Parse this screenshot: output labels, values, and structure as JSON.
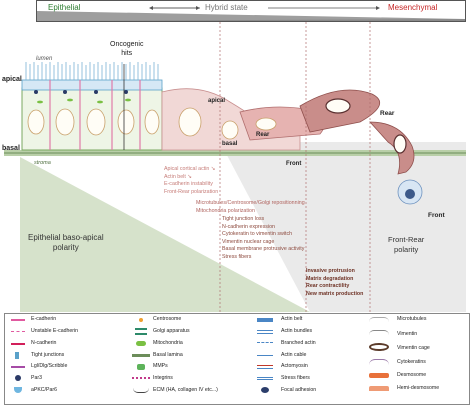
{
  "stages": {
    "epithelial": "Epithelial",
    "hybrid": "Hybrid state",
    "mesenchymal": "Mesenchymal"
  },
  "labels": {
    "lumen": "lumen",
    "apical_left": "apical",
    "basal_left": "basal",
    "stroma": "stroma",
    "oncogenic": "Oncogenic\nhits",
    "apical_mid": "apical",
    "basal_mid": "basal",
    "rear_mid": "Rear",
    "front_mid": "Front",
    "rear_right": "Rear",
    "front_right": "Front",
    "epithelial_polarity": "Epithelial baso-apical\npolarity",
    "front_rear_polarity": "Front-Rear\npolarity"
  },
  "events": {
    "group1": [
      "Apical cortical actin ↘",
      "Actin belt ↘",
      "E-cadherin instability",
      "Front-Rear polarization"
    ],
    "group2": [
      "Microtubules/Centrosome/Golgi repositionning",
      "Mitochondria polarization"
    ],
    "group3": [
      "Tight junction loss",
      "N-cadherin expression",
      "Cytokeratin to vimentin switch",
      "Vimentin nuclear cage",
      "Basal membrane protrusive activity",
      "Stress fibers"
    ],
    "group4": [
      "Invasive protrusion",
      "Matrix degradation",
      "Rear contractility",
      "New matrix production"
    ]
  },
  "legend": {
    "col1": [
      "E-cadherin",
      "Unstable E-cadherin",
      "N-cadherin",
      "Tight junctions",
      "Lgl/Dlg/Scribble",
      "Par3",
      "aPKC/Par6"
    ],
    "col2": [
      "Centrosome",
      "Golgi apparatus",
      "Mitochondria",
      "Basal lamina",
      "MMPs",
      "Integrins",
      "ECM (HA, collagen IV etc...)"
    ],
    "col3": [
      "Actin belt",
      "Actin bundles",
      "Branched actin",
      "Actin cable",
      "Actomyosin",
      "Stress fibers",
      "Focal adhesion"
    ],
    "col4": [
      "Microtubules",
      "Vimentin",
      "Vimentin cage",
      "Cytokeratins",
      "Desmosome",
      "Hemi-desmosome"
    ]
  },
  "colors": {
    "epithelial": "#2e7d32",
    "mesenchymal": "#c62828",
    "green_field": "#d9e4cf",
    "pink_cell": "#e8b7b5",
    "events_text": "#8d4a3e"
  }
}
